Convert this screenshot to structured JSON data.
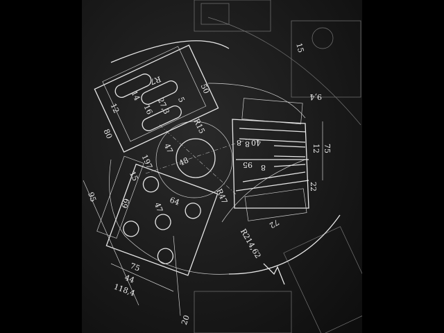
{
  "drawing": {
    "dimension_labels": [
      "R7",
      "50",
      "12",
      "14",
      "16",
      "27,3",
      "5",
      "R15",
      "80",
      "197",
      "48",
      "47",
      "15",
      "69",
      "64",
      "47",
      "95",
      "75",
      "44",
      "118,4",
      "R47",
      "R214,62",
      "20",
      "9,4",
      "75",
      "12",
      "8",
      "8",
      "40",
      "95",
      "8",
      "22",
      "72",
      "15"
    ],
    "colors": {
      "background": "#1a1a1a",
      "lines": "#e8e8e8",
      "side_bars": "#000000"
    }
  }
}
